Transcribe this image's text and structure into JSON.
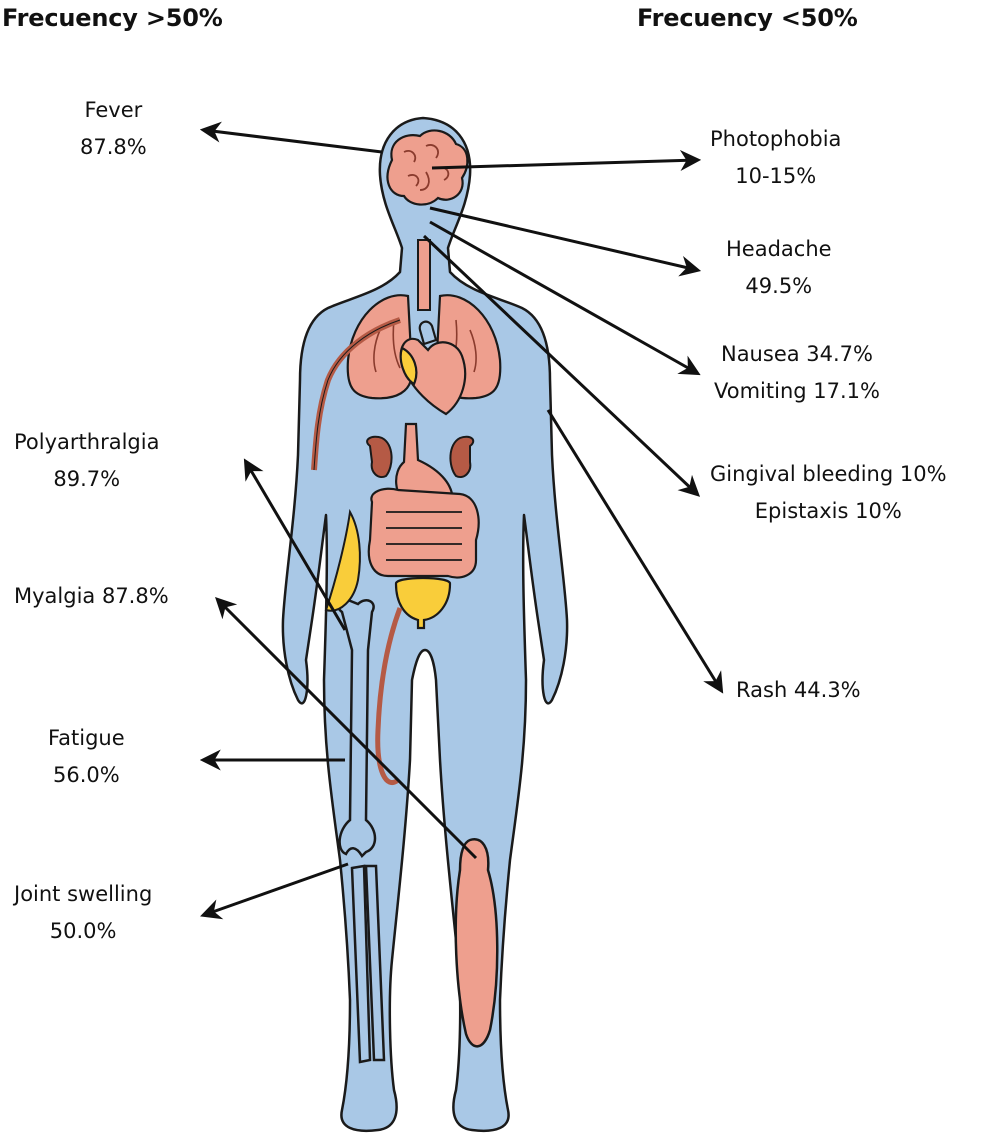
{
  "headers": {
    "left": "Frecuency >50%",
    "right": "Frecuency <50%"
  },
  "symptoms_left": [
    {
      "name": "Fever",
      "value": "87.8%"
    },
    {
      "name": "Polyarthralgia",
      "value": "89.7%"
    },
    {
      "name": "Myalgia 87.8%",
      "value": ""
    },
    {
      "name": "Fatigue",
      "value": "56.0%"
    },
    {
      "name": "Joint swelling",
      "value": "50.0%"
    }
  ],
  "symptoms_right": [
    {
      "name": "Photophobia",
      "value": "10-15%"
    },
    {
      "name": "Headache",
      "value": "49.5%"
    },
    {
      "name": "Nausea 34.7%",
      "value": "Vomiting 17.1%"
    },
    {
      "name": "Gingival bleeding 10%",
      "value": "Epistaxis 10%"
    },
    {
      "name": "Rash 44.3%",
      "value": ""
    }
  ],
  "colors": {
    "body": "#a9c8e6",
    "body_outline": "#1a1a1a",
    "organ": "#ee9f8e",
    "organ_dark": "#b55a45",
    "fat": "#f9cd3a",
    "arrow": "#111111"
  }
}
